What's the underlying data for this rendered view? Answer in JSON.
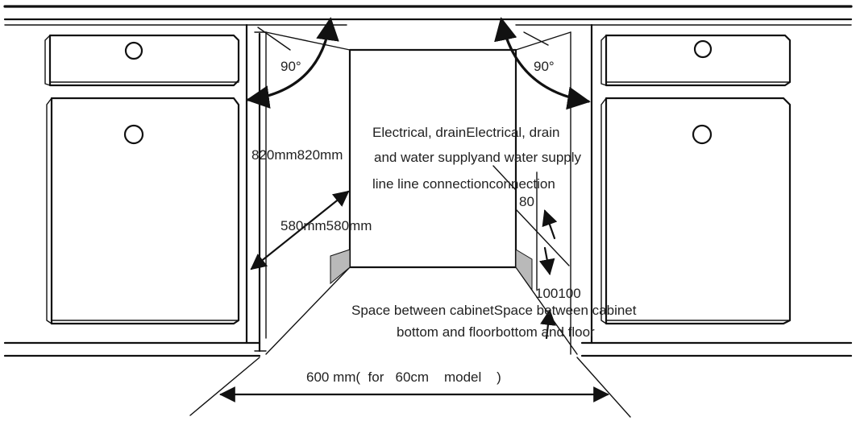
{
  "labels": {
    "angle_left": "90°",
    "angle_right": "90°",
    "height": "820mm820mm",
    "depth": "580mm580mm",
    "connection_line1": "Electrical, drainElectrical, drain",
    "connection_line2": "and water supplyand water supply",
    "connection_line3": "line line connectionconnection",
    "dim_80": "80",
    "dim_100": "100100",
    "space_line1": "Space between cabinetSpace between cabinet",
    "space_line2": "bottom and floorbottom and floor",
    "width": "600 mm(  for   60cm    model    )"
  },
  "colors": {
    "stroke": "#111111",
    "shade": "#b9b9b9",
    "text": "#222222"
  }
}
